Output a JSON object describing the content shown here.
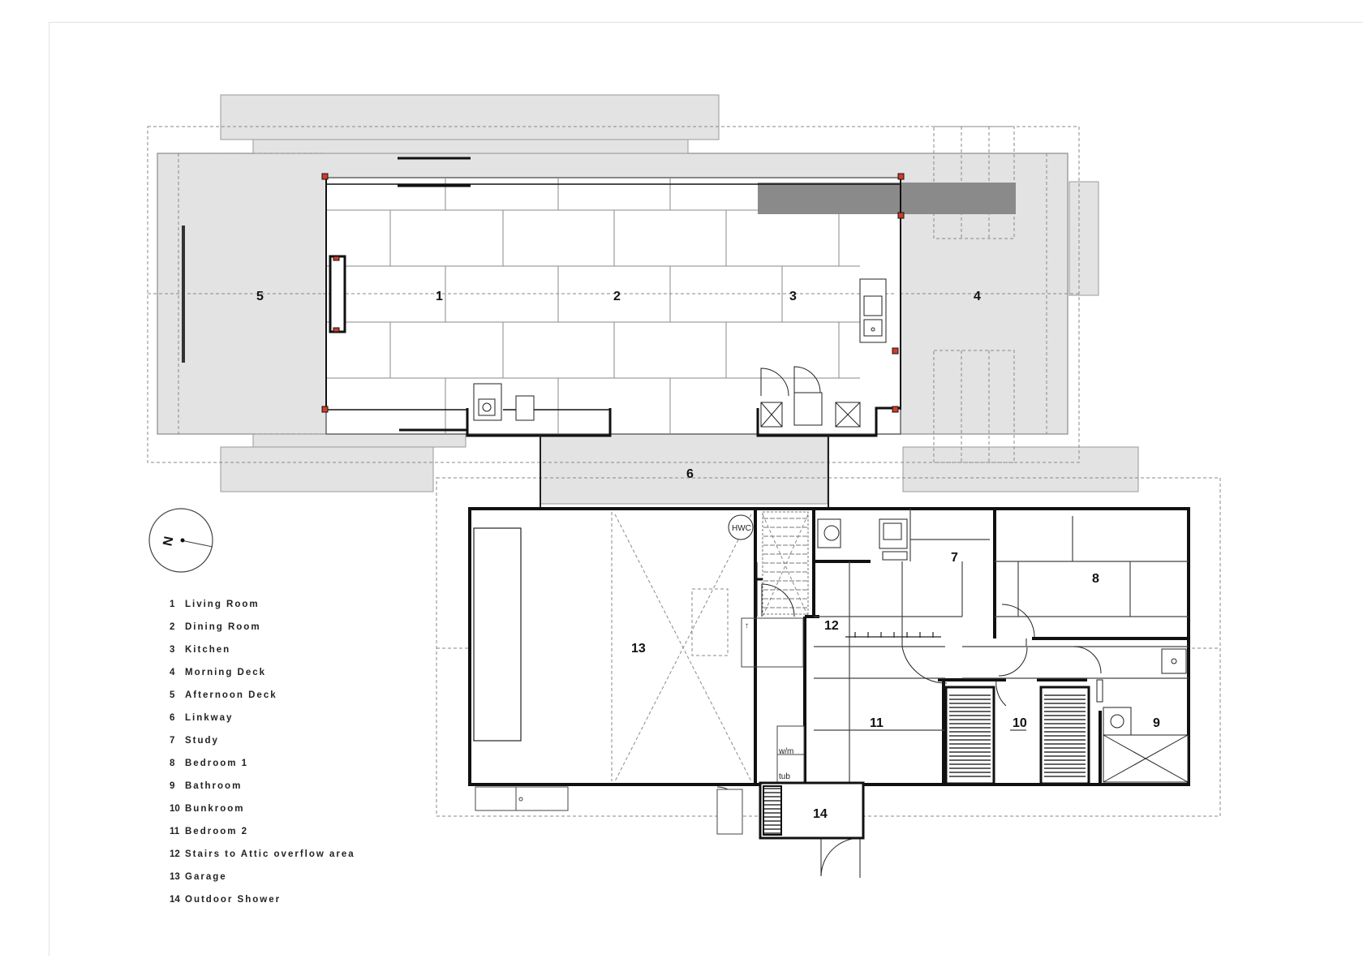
{
  "rooms": [
    {
      "num": "1",
      "name": "Living Room"
    },
    {
      "num": "2",
      "name": "Dining  Room"
    },
    {
      "num": "3",
      "name": "Kitchen"
    },
    {
      "num": "4",
      "name": "Morning  Deck"
    },
    {
      "num": "5",
      "name": "Afternoon  Deck"
    },
    {
      "num": "6",
      "name": "Linkway"
    },
    {
      "num": "7",
      "name": "Study"
    },
    {
      "num": "8",
      "name": "Bedroom 1"
    },
    {
      "num": "9",
      "name": "Bathroom"
    },
    {
      "num": "10",
      "name": "Bunkroom"
    },
    {
      "num": "11",
      "name": "Bedroom 2"
    },
    {
      "num": "12",
      "name": "Stairs to Attic overflow area"
    },
    {
      "num": "13",
      "name": "Garage"
    },
    {
      "num": "14",
      "name": "Outdoor Shower"
    }
  ],
  "annotations": {
    "hwc": "HWC",
    "wm": "w/m",
    "tub": "tub",
    "north": "N",
    "stair_up": "↑"
  },
  "colors": {
    "deck_fill": "#e3e3e3",
    "dark_panel": "#8a8a8a",
    "wall": "#111111",
    "post_red": "#d23b2a"
  }
}
